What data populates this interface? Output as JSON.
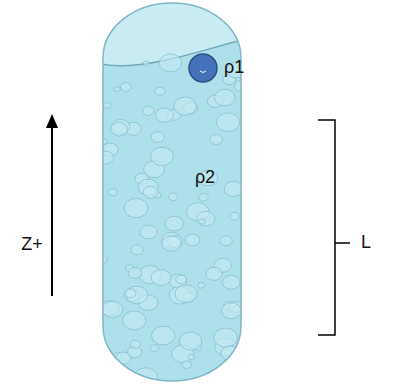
{
  "diagram": {
    "nodes": [
      {
        "text": [
          "ρ2"
        ]
      },
      {
        "text": [
          "ρ1"
        ],
        "in": 0
      }
    ],
    "labels": [
      "Z+",
      "L"
    ]
  }
}
